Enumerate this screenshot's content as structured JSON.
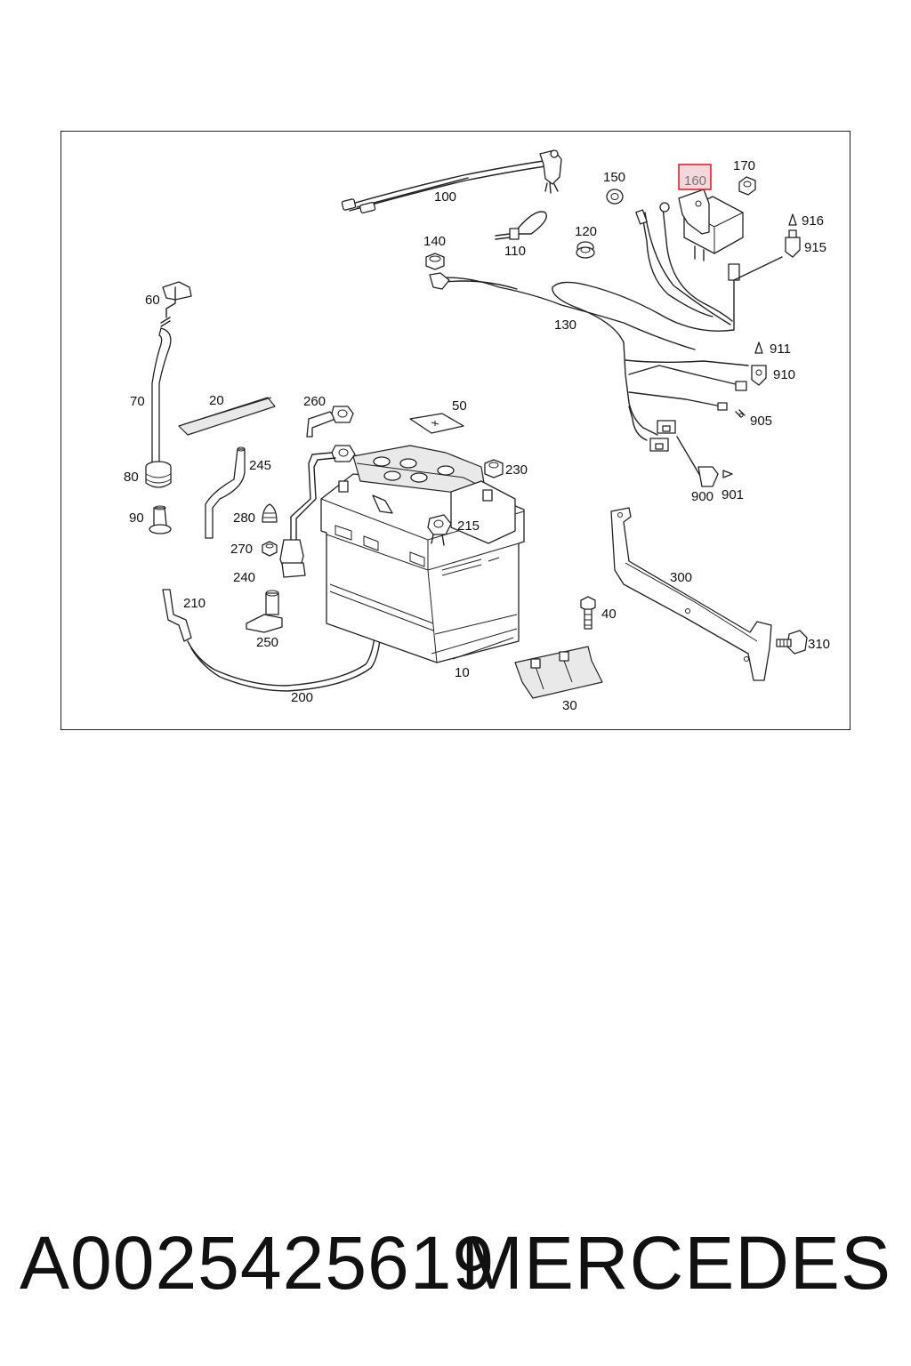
{
  "diagram": {
    "highlighted_part": "160",
    "highlight_color": "#e0202a",
    "parts": [
      {
        "id": "p10",
        "label": "10"
      },
      {
        "id": "p20",
        "label": "20"
      },
      {
        "id": "p30",
        "label": "30"
      },
      {
        "id": "p40",
        "label": "40"
      },
      {
        "id": "p50",
        "label": "50"
      },
      {
        "id": "p60",
        "label": "60"
      },
      {
        "id": "p70",
        "label": "70"
      },
      {
        "id": "p80",
        "label": "80"
      },
      {
        "id": "p90",
        "label": "90"
      },
      {
        "id": "p100",
        "label": "100"
      },
      {
        "id": "p110",
        "label": "110"
      },
      {
        "id": "p120",
        "label": "120"
      },
      {
        "id": "p130",
        "label": "130"
      },
      {
        "id": "p140",
        "label": "140"
      },
      {
        "id": "p150",
        "label": "150"
      },
      {
        "id": "p160",
        "label": "160"
      },
      {
        "id": "p170",
        "label": "170"
      },
      {
        "id": "p200",
        "label": "200"
      },
      {
        "id": "p210",
        "label": "210"
      },
      {
        "id": "p215",
        "label": "215"
      },
      {
        "id": "p230",
        "label": "230"
      },
      {
        "id": "p240",
        "label": "240"
      },
      {
        "id": "p245",
        "label": "245"
      },
      {
        "id": "p250",
        "label": "250"
      },
      {
        "id": "p260",
        "label": "260"
      },
      {
        "id": "p270",
        "label": "270"
      },
      {
        "id": "p280",
        "label": "280"
      },
      {
        "id": "p300",
        "label": "300"
      },
      {
        "id": "p310",
        "label": "310"
      },
      {
        "id": "p900",
        "label": "900"
      },
      {
        "id": "p901",
        "label": "901"
      },
      {
        "id": "p905",
        "label": "905"
      },
      {
        "id": "p910",
        "label": "910"
      },
      {
        "id": "p911",
        "label": "911"
      },
      {
        "id": "p915",
        "label": "915"
      },
      {
        "id": "p916",
        "label": "916"
      }
    ]
  },
  "caption": {
    "part_number": "A0025425619",
    "brand": "MERCEDES"
  }
}
